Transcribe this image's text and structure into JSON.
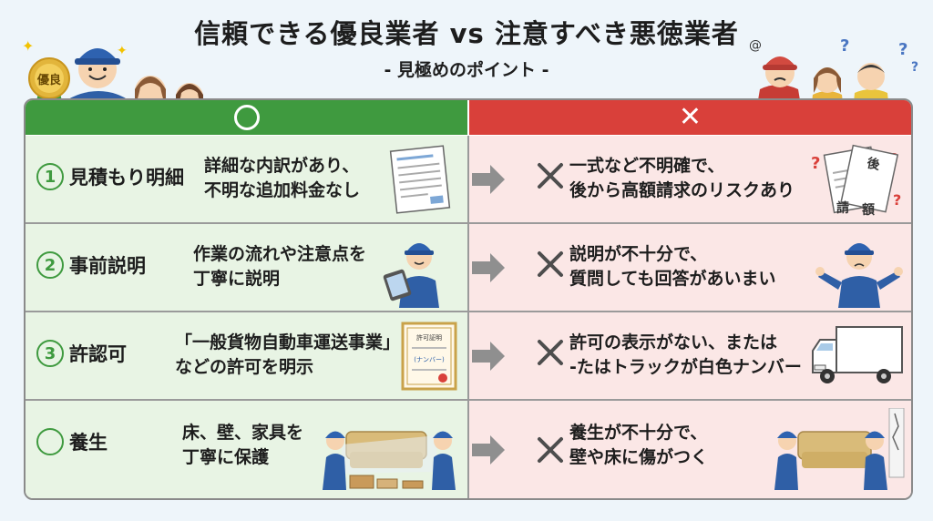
{
  "header": {
    "title": "信頼できる優良業者 vs 注意すべき悪徳業者",
    "subtitle": "- 見極めのポイント -",
    "badge": "優良"
  },
  "columns": {
    "good_symbol": "◯",
    "bad_symbol": "✕"
  },
  "rows": [
    {
      "number": "1",
      "heading": "見積もり明細",
      "good": [
        "詳細な内訳があり、",
        "不明な追加料金なし"
      ],
      "bad": [
        "一式など不明確で、",
        "後から高額請求のリスクあり"
      ],
      "bad_doc_chars": [
        "後",
        "請",
        "額"
      ]
    },
    {
      "number": "2",
      "heading": "事前説明",
      "good": [
        "作業の流れや注意点を",
        "丁寧に説明"
      ],
      "bad": [
        "説明が不十分で、",
        "質問しても回答があいまい"
      ]
    },
    {
      "number": "3",
      "heading": "許認可",
      "good": [
        "「一般貨物自動車運送事業」",
        "などの許可を明示"
      ],
      "bad": [
        "許可の表示がない、または",
        "-たはトラックが白色ナンバー"
      ],
      "cert_title": "許可証明",
      "cert_label": "(ナンバー)"
    },
    {
      "number": "",
      "heading": "養生",
      "good": [
        "床、壁、家具を",
        "丁寧に保護"
      ],
      "bad": [
        "養生が不十分で、",
        "壁や床に傷がつく"
      ]
    }
  ],
  "colors": {
    "good": "#3f9a3f",
    "bad": "#d9403a",
    "good_bg": "#e8f4e4",
    "bad_bg": "#fbe7e6"
  }
}
